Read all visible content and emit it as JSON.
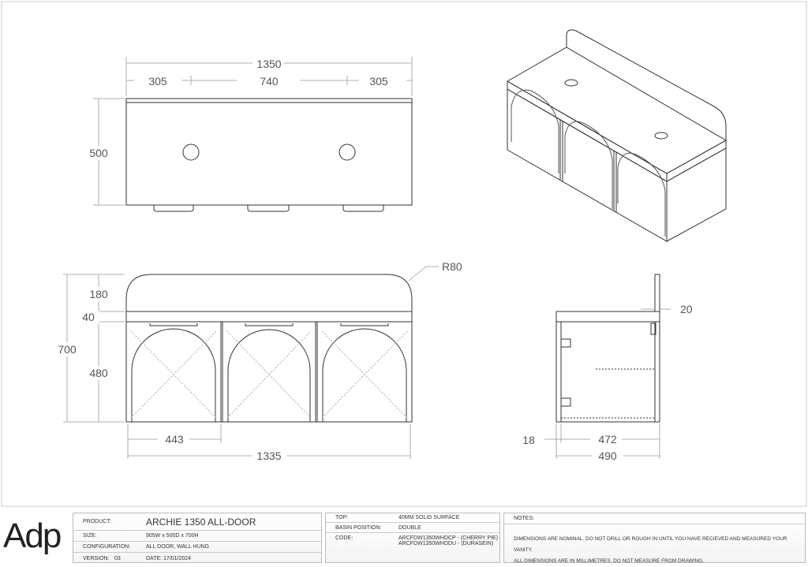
{
  "drawing": {
    "plan_dims": {
      "overall": "1350",
      "left": "305",
      "middle": "740",
      "right": "305",
      "depth": "500"
    },
    "elevation_dims": {
      "radius": "R80",
      "height": "700",
      "splash": "180",
      "top": "40",
      "cabinet": "480",
      "door": "443",
      "width": "1335"
    },
    "side_dims": {
      "splash_thk": "20",
      "panel": "18",
      "inner": "472",
      "depth": "490"
    }
  },
  "title_block": {
    "logo": "Adp",
    "product_label": "PRODUCT:",
    "product": "ARCHIE 1350 ALL-DOOR",
    "size_label": "SIZE:",
    "size": "905W x 500D x 700H",
    "config_label": "CONFIGURATION:",
    "config": "ALL DOOR, WALL HUNG",
    "version_label": "VERSION:",
    "version": "03",
    "date": "DATE: 17/01/2024",
    "top_label": "TOP:",
    "top": "40MM SOLID SURFACE",
    "basin_label": "BASIN POSITION:",
    "basin": "DOUBLE",
    "code_label": "CODE:",
    "code1": "ARCFDW1350WHDCP - (CHERRY PIE)",
    "code2": "ARCFDW1350WHDDU - (DURASEIN)",
    "notes_label": "NOTES:",
    "note1": "DIMENSIONS ARE NOMINAL. DO NOT DRILL OR ROUGH IN UNTIL YOU HAVE RECIEVED AND MEASURED YOUR VANITY.",
    "note2": "ALL DIMENSIONS ARE IN MILLIMETRES. DO NOT MEASURE FROM DRAWING."
  }
}
